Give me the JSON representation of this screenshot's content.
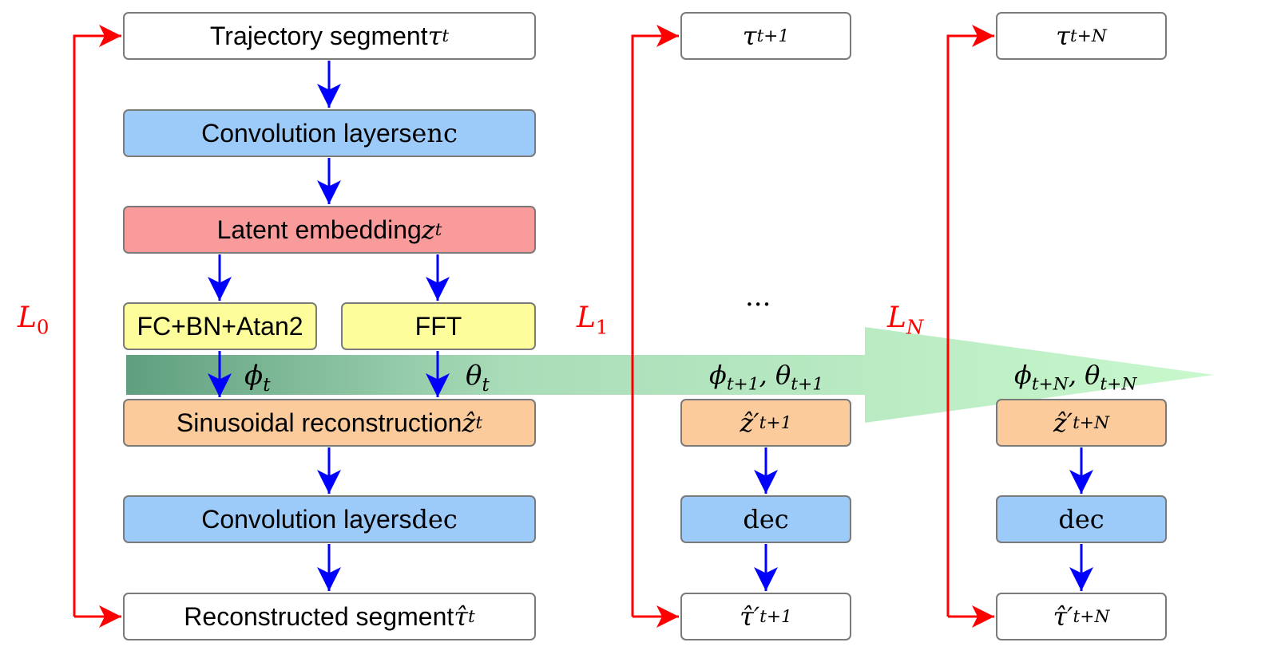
{
  "col1": {
    "trajectory": {
      "text": "Trajectory segment ",
      "sym": "τ",
      "sub": "t"
    },
    "encoder": {
      "text": "Convolution layers ",
      "roman": "enc"
    },
    "latent": {
      "text": "Latent embedding ",
      "sym": "z",
      "sub": "t"
    },
    "fc": {
      "text": "FC+BN+Atan2"
    },
    "fft": {
      "text": "FFT"
    },
    "phi": {
      "sym": "ϕ",
      "sub": "t"
    },
    "theta": {
      "sym": "θ",
      "sub": "t"
    },
    "sinusoidal": {
      "text": "Sinusoidal reconstruction ",
      "sym": "ẑ",
      "sub": "t"
    },
    "decoder": {
      "text": "Convolution layers ",
      "roman": "dec"
    },
    "reconstructed": {
      "text": "Reconstructed segment ",
      "sym": "τ̂",
      "sub": "t"
    }
  },
  "col2": {
    "traj": {
      "sym": "τ",
      "sub": "t+1"
    },
    "params": {
      "phi": "ϕ",
      "phi_sub": "t+1",
      "sep": ", ",
      "theta": "θ",
      "theta_sub": "t+1"
    },
    "latent": {
      "sym": "ẑ′",
      "sub": "t+1"
    },
    "decoder": {
      "roman": "dec"
    },
    "recon": {
      "sym": "τ̂′",
      "sub": "t+1"
    }
  },
  "col3": {
    "traj": {
      "sym": "τ",
      "sub": "t+N"
    },
    "params": {
      "phi": "ϕ",
      "phi_sub": "t+N",
      "sep": ", ",
      "theta": "θ",
      "theta_sub": "t+N"
    },
    "latent": {
      "sym": "ẑ′",
      "sub": "t+N"
    },
    "decoder": {
      "roman": "dec"
    },
    "recon": {
      "sym": "τ̂′",
      "sub": "t+N"
    }
  },
  "losses": {
    "l0": {
      "sym": "L",
      "sub": "0"
    },
    "l1": {
      "sym": "L",
      "sub": "1"
    },
    "ln": {
      "sym": "L",
      "sub": "N"
    }
  },
  "ellipsis": "···",
  "colors": {
    "flow_arrow": "#0000ff",
    "loss_arrow": "#ff0000",
    "loss_label": "#ff0000",
    "time_arrow_start": "#5f9f7f",
    "time_arrow_end": "#c8f8cc"
  }
}
